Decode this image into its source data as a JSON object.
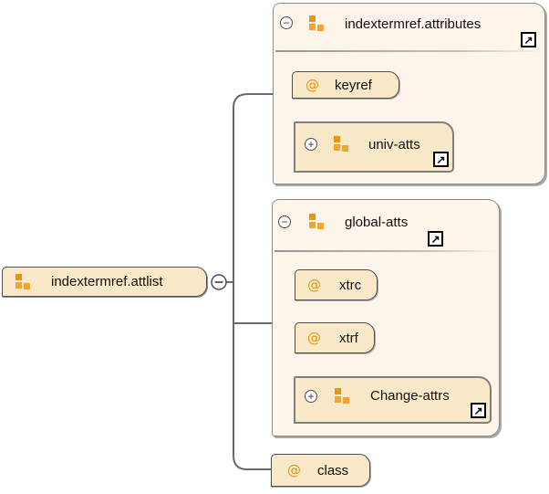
{
  "symbols": {
    "at": "@",
    "collapse": "−",
    "expand": "+",
    "jump_arrow": "↗"
  },
  "colors": {
    "container_fill": "#FDF5EA",
    "node_fill": "#FAE9C8",
    "icon_orange_dark": "#E8940F",
    "icon_orange_light": "#F3A42F",
    "at_sign_orange": "#E2941A",
    "connector_gray": "#6A6A6A",
    "border_gray": "#8B8B8B"
  },
  "diagram": {
    "root": {
      "label": "indextermref.attlist"
    },
    "groups": [
      {
        "label": "indextermref.attributes",
        "attributes": [
          {
            "label": "keyref"
          }
        ],
        "group_refs": [
          {
            "label": "univ-atts"
          }
        ]
      },
      {
        "label": "global-atts",
        "attributes": [
          {
            "label": "xtrc"
          },
          {
            "label": "xtrf"
          }
        ],
        "group_refs": [
          {
            "label": "Change-attrs"
          }
        ]
      }
    ],
    "standalone_attributes": [
      {
        "label": "class"
      }
    ]
  }
}
